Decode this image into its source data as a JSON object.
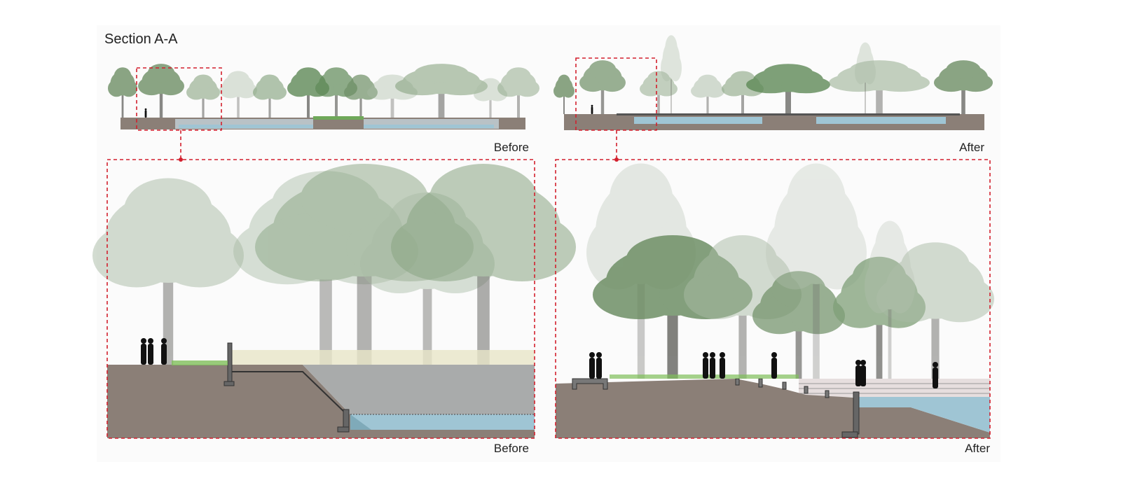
{
  "title": "Section A-A",
  "panels": {
    "before_overview_label": "Before",
    "after_overview_label": "After",
    "before_detail_label": "Before",
    "after_detail_label": "After"
  },
  "colors": {
    "ground": "#8b7f77",
    "water": "#9fc5d4",
    "dashed_frame": "#d3202e",
    "tree": "#7f9f78",
    "paving": "#e6dede"
  }
}
